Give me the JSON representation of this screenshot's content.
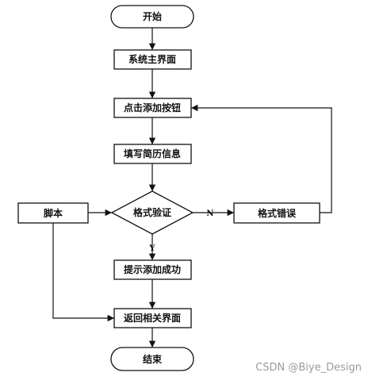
{
  "nodes": {
    "start": "开始",
    "main_ui": "系统主界面",
    "click_add": "点击添加按钮",
    "fill_resume": "填写简历信息",
    "validate": "格式验证",
    "format_error": "格式错误",
    "script": "脚本",
    "add_success": "提示添加成功",
    "return_ui": "返回相关界面",
    "end": "结束"
  },
  "edges": {
    "no": "N",
    "yes": "Y"
  },
  "watermark": "CSDN @Biye_Design"
}
